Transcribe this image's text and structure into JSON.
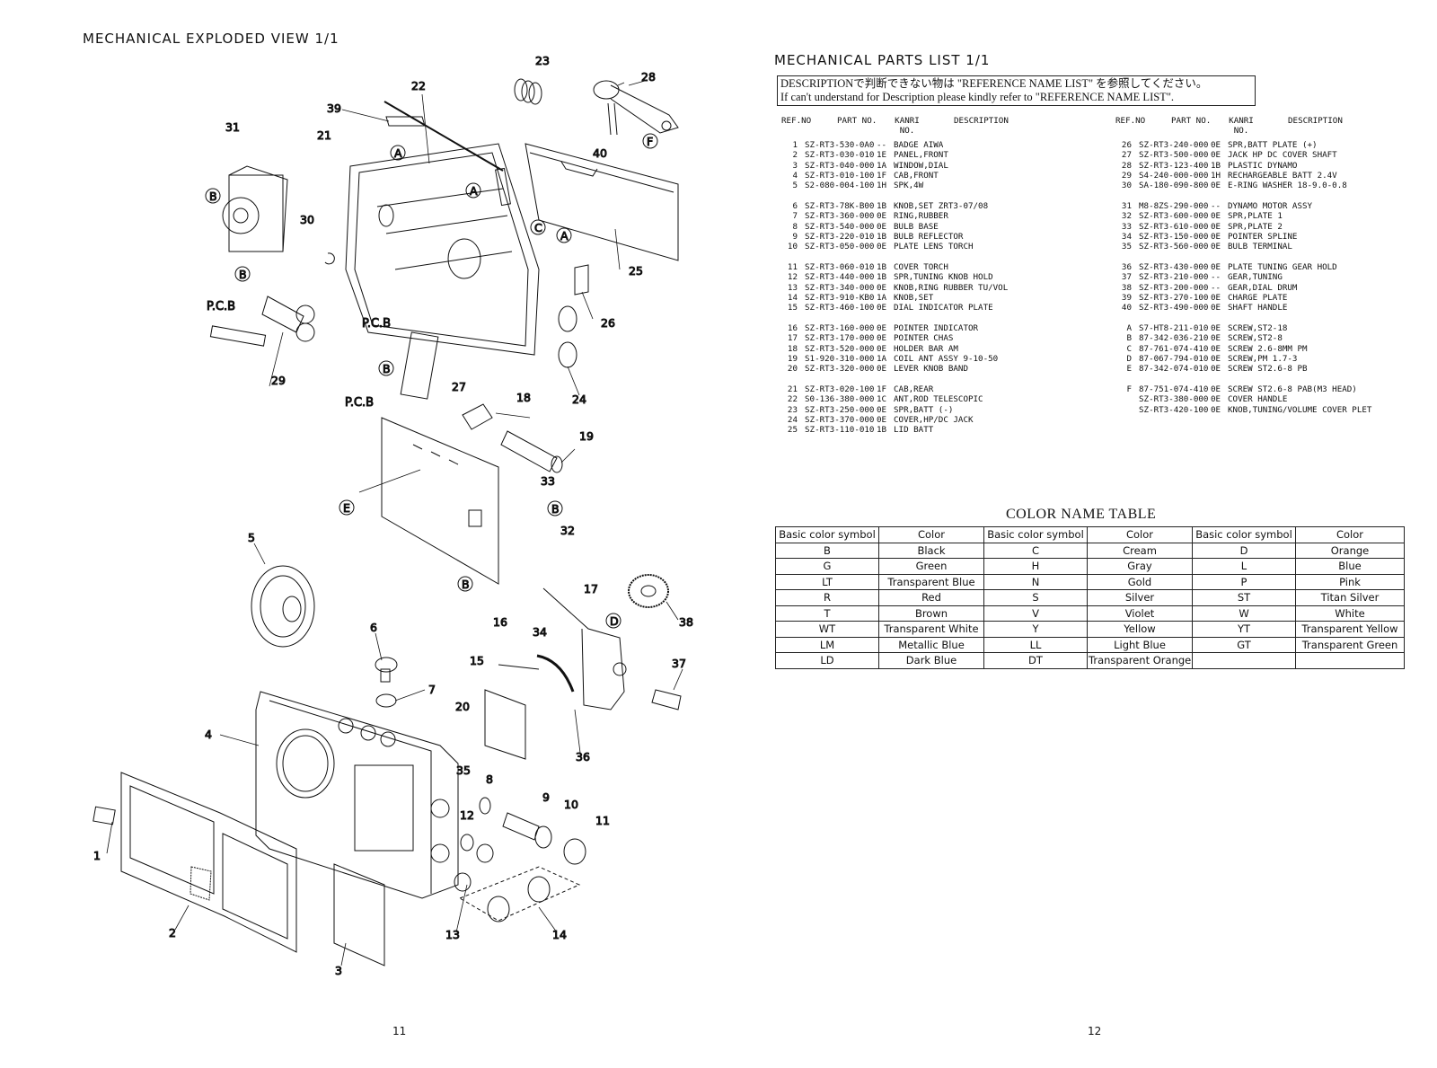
{
  "left_page": {
    "title": "MECHANICAL EXPLODED VIEW 1/1",
    "page_number": "11",
    "callouts": [
      "1",
      "2",
      "3",
      "4",
      "5",
      "6",
      "7",
      "8",
      "9",
      "10",
      "11",
      "12",
      "13",
      "14",
      "15",
      "16",
      "17",
      "18",
      "19",
      "20",
      "21",
      "22",
      "23",
      "24",
      "25",
      "26",
      "27",
      "28",
      "29",
      "30",
      "31",
      "32",
      "33",
      "34",
      "35",
      "36",
      "37",
      "38",
      "39",
      "40"
    ],
    "circle_letters": [
      "A",
      "B",
      "C",
      "D",
      "E",
      "F"
    ],
    "pcb_label": "P.C.B"
  },
  "right_page": {
    "title": "MECHANICAL PARTS LIST 1/1",
    "page_number": "12",
    "note_jp": "DESCRIPTIONで判断できない物は \"REFERENCE NAME LIST\" を参照してください。",
    "note_en": "If can't understand for Description please kindly refer to \"REFERENCE NAME LIST\".",
    "columns": {
      "ref_no": "REF.NO",
      "part_no": "PART NO.",
      "kanri": "KANRI\nNO.",
      "description": "DESCRIPTION"
    },
    "parts_left": [
      [
        {
          "ref": "1",
          "part": "SZ-RT3-530-0A0",
          "kanri": "--",
          "desc": "BADGE AIWA"
        },
        {
          "ref": "2",
          "part": "SZ-RT3-030-010",
          "kanri": "1E",
          "desc": "PANEL,FRONT"
        },
        {
          "ref": "3",
          "part": "SZ-RT3-040-000",
          "kanri": "1A",
          "desc": "WINDOW,DIAL"
        },
        {
          "ref": "4",
          "part": "SZ-RT3-010-100",
          "kanri": "1F",
          "desc": "CAB,FRONT"
        },
        {
          "ref": "5",
          "part": "S2-080-004-100",
          "kanri": "1H",
          "desc": "SPK,4W"
        }
      ],
      [
        {
          "ref": "6",
          "part": "SZ-RT3-78K-B00",
          "kanri": "1B",
          "desc": "KNOB,SET ZRT3-07/08"
        },
        {
          "ref": "7",
          "part": "SZ-RT3-360-000",
          "kanri": "0E",
          "desc": "RING,RUBBER"
        },
        {
          "ref": "8",
          "part": "SZ-RT3-540-000",
          "kanri": "0E",
          "desc": "BULB BASE"
        },
        {
          "ref": "9",
          "part": "SZ-RT3-220-010",
          "kanri": "1B",
          "desc": "BULB REFLECTOR"
        },
        {
          "ref": "10",
          "part": "SZ-RT3-050-000",
          "kanri": "0E",
          "desc": "PLATE LENS TORCH"
        }
      ],
      [
        {
          "ref": "11",
          "part": "SZ-RT3-060-010",
          "kanri": "1B",
          "desc": "COVER TORCH"
        },
        {
          "ref": "12",
          "part": "SZ-RT3-440-000",
          "kanri": "1B",
          "desc": "SPR,TUNING KNOB HOLD"
        },
        {
          "ref": "13",
          "part": "SZ-RT3-340-000",
          "kanri": "0E",
          "desc": "KNOB,RING RUBBER TU/VOL"
        },
        {
          "ref": "14",
          "part": "SZ-RT3-910-KB0",
          "kanri": "1A",
          "desc": "KNOB,SET"
        },
        {
          "ref": "15",
          "part": "SZ-RT3-460-100",
          "kanri": "0E",
          "desc": "DIAL INDICATOR PLATE"
        }
      ],
      [
        {
          "ref": "16",
          "part": "SZ-RT3-160-000",
          "kanri": "0E",
          "desc": "POINTER INDICATOR"
        },
        {
          "ref": "17",
          "part": "SZ-RT3-170-000",
          "kanri": "0E",
          "desc": "POINTER CHAS"
        },
        {
          "ref": "18",
          "part": "SZ-RT3-520-000",
          "kanri": "0E",
          "desc": "HOLDER BAR AM"
        },
        {
          "ref": "19",
          "part": "S1-920-310-000",
          "kanri": "1A",
          "desc": "COIL ANT ASSY 9-10-50"
        },
        {
          "ref": "20",
          "part": "SZ-RT3-320-000",
          "kanri": "0E",
          "desc": "LEVER KNOB BAND"
        }
      ],
      [
        {
          "ref": "21",
          "part": "SZ-RT3-020-100",
          "kanri": "1F",
          "desc": "CAB,REAR"
        },
        {
          "ref": "22",
          "part": "S0-136-380-000",
          "kanri": "1C",
          "desc": "ANT,ROD TELESCOPIC"
        },
        {
          "ref": "23",
          "part": "SZ-RT3-250-000",
          "kanri": "0E",
          "desc": "SPR,BATT (-)"
        },
        {
          "ref": "24",
          "part": "SZ-RT3-370-000",
          "kanri": "0E",
          "desc": "COVER,HP/DC JACK"
        },
        {
          "ref": "25",
          "part": "SZ-RT3-110-010",
          "kanri": "1B",
          "desc": "LID BATT"
        }
      ]
    ],
    "parts_right": [
      [
        {
          "ref": "26",
          "part": "SZ-RT3-240-000",
          "kanri": "0E",
          "desc": "SPR,BATT PLATE (+)"
        },
        {
          "ref": "27",
          "part": "SZ-RT3-500-000",
          "kanri": "0E",
          "desc": "JACK HP DC COVER SHAFT"
        },
        {
          "ref": "28",
          "part": "SZ-RT3-123-400",
          "kanri": "1B",
          "desc": "PLASTIC DYNAMO"
        },
        {
          "ref": "29",
          "part": "S4-240-000-000",
          "kanri": "1H",
          "desc": "RECHARGEABLE BATT 2.4V"
        },
        {
          "ref": "30",
          "part": "SA-180-090-800",
          "kanri": "0E",
          "desc": "E-RING WASHER 18-9.0-0.8"
        }
      ],
      [
        {
          "ref": "31",
          "part": "M8-8ZS-290-000",
          "kanri": "--",
          "desc": "DYNAMO MOTOR ASSY"
        },
        {
          "ref": "32",
          "part": "SZ-RT3-600-000",
          "kanri": "0E",
          "desc": "SPR,PLATE 1"
        },
        {
          "ref": "33",
          "part": "SZ-RT3-610-000",
          "kanri": "0E",
          "desc": "SPR,PLATE 2"
        },
        {
          "ref": "34",
          "part": "SZ-RT3-150-000",
          "kanri": "0E",
          "desc": "POINTER SPLINE"
        },
        {
          "ref": "35",
          "part": "SZ-RT3-560-000",
          "kanri": "0E",
          "desc": "BULB TERMINAL"
        }
      ],
      [
        {
          "ref": "36",
          "part": "SZ-RT3-430-000",
          "kanri": "0E",
          "desc": "PLATE TUNING GEAR HOLD"
        },
        {
          "ref": "37",
          "part": "SZ-RT3-210-000",
          "kanri": "--",
          "desc": "GEAR,TUNING"
        },
        {
          "ref": "38",
          "part": "SZ-RT3-200-000",
          "kanri": "--",
          "desc": "GEAR,DIAL DRUM"
        },
        {
          "ref": "39",
          "part": "SZ-RT3-270-100",
          "kanri": "0E",
          "desc": "CHARGE PLATE"
        },
        {
          "ref": "40",
          "part": "SZ-RT3-490-000",
          "kanri": "0E",
          "desc": "SHAFT HANDLE"
        }
      ],
      [
        {
          "ref": "A",
          "part": "S7-HT8-211-010",
          "kanri": "0E",
          "desc": "SCREW,ST2-18"
        },
        {
          "ref": "B",
          "part": "87-342-036-210",
          "kanri": "0E",
          "desc": "SCREW,ST2-8"
        },
        {
          "ref": "C",
          "part": "87-761-074-410",
          "kanri": "0E",
          "desc": "SCREW 2.6-8MM PM"
        },
        {
          "ref": "D",
          "part": "87-067-794-010",
          "kanri": "0E",
          "desc": "SCREW,PM 1.7-3"
        },
        {
          "ref": "E",
          "part": "87-342-074-010",
          "kanri": "0E",
          "desc": "SCREW ST2.6-8 PB"
        }
      ],
      [
        {
          "ref": "F",
          "part": "87-751-074-410",
          "kanri": "0E",
          "desc": "SCREW ST2.6-8 PAB(M3 HEAD)"
        },
        {
          "ref": "",
          "part": "SZ-RT3-380-000",
          "kanri": "0E",
          "desc": "COVER HANDLE"
        },
        {
          "ref": "",
          "part": "SZ-RT3-420-100",
          "kanri": "0E",
          "desc": "KNOB,TUNING/VOLUME COVER PLET"
        }
      ]
    ],
    "color_table": {
      "title": "COLOR NAME TABLE",
      "headers": [
        "Basic color symbol",
        "Color",
        "Basic color symbol",
        "Color",
        "Basic color symbol",
        "Color"
      ],
      "rows": [
        [
          "B",
          "Black",
          "C",
          "Cream",
          "D",
          "Orange"
        ],
        [
          "G",
          "Green",
          "H",
          "Gray",
          "L",
          "Blue"
        ],
        [
          "LT",
          "Transparent Blue",
          "N",
          "Gold",
          "P",
          "Pink"
        ],
        [
          "R",
          "Red",
          "S",
          "Silver",
          "ST",
          "Titan Silver"
        ],
        [
          "T",
          "Brown",
          "V",
          "Violet",
          "W",
          "White"
        ],
        [
          "WT",
          "Transparent White",
          "Y",
          "Yellow",
          "YT",
          "Transparent Yellow"
        ],
        [
          "LM",
          "Metallic Blue",
          "LL",
          "Light Blue",
          "GT",
          "Transparent Green"
        ],
        [
          "LD",
          "Dark Blue",
          "DT",
          "Transparent Orange",
          "",
          ""
        ]
      ]
    }
  }
}
